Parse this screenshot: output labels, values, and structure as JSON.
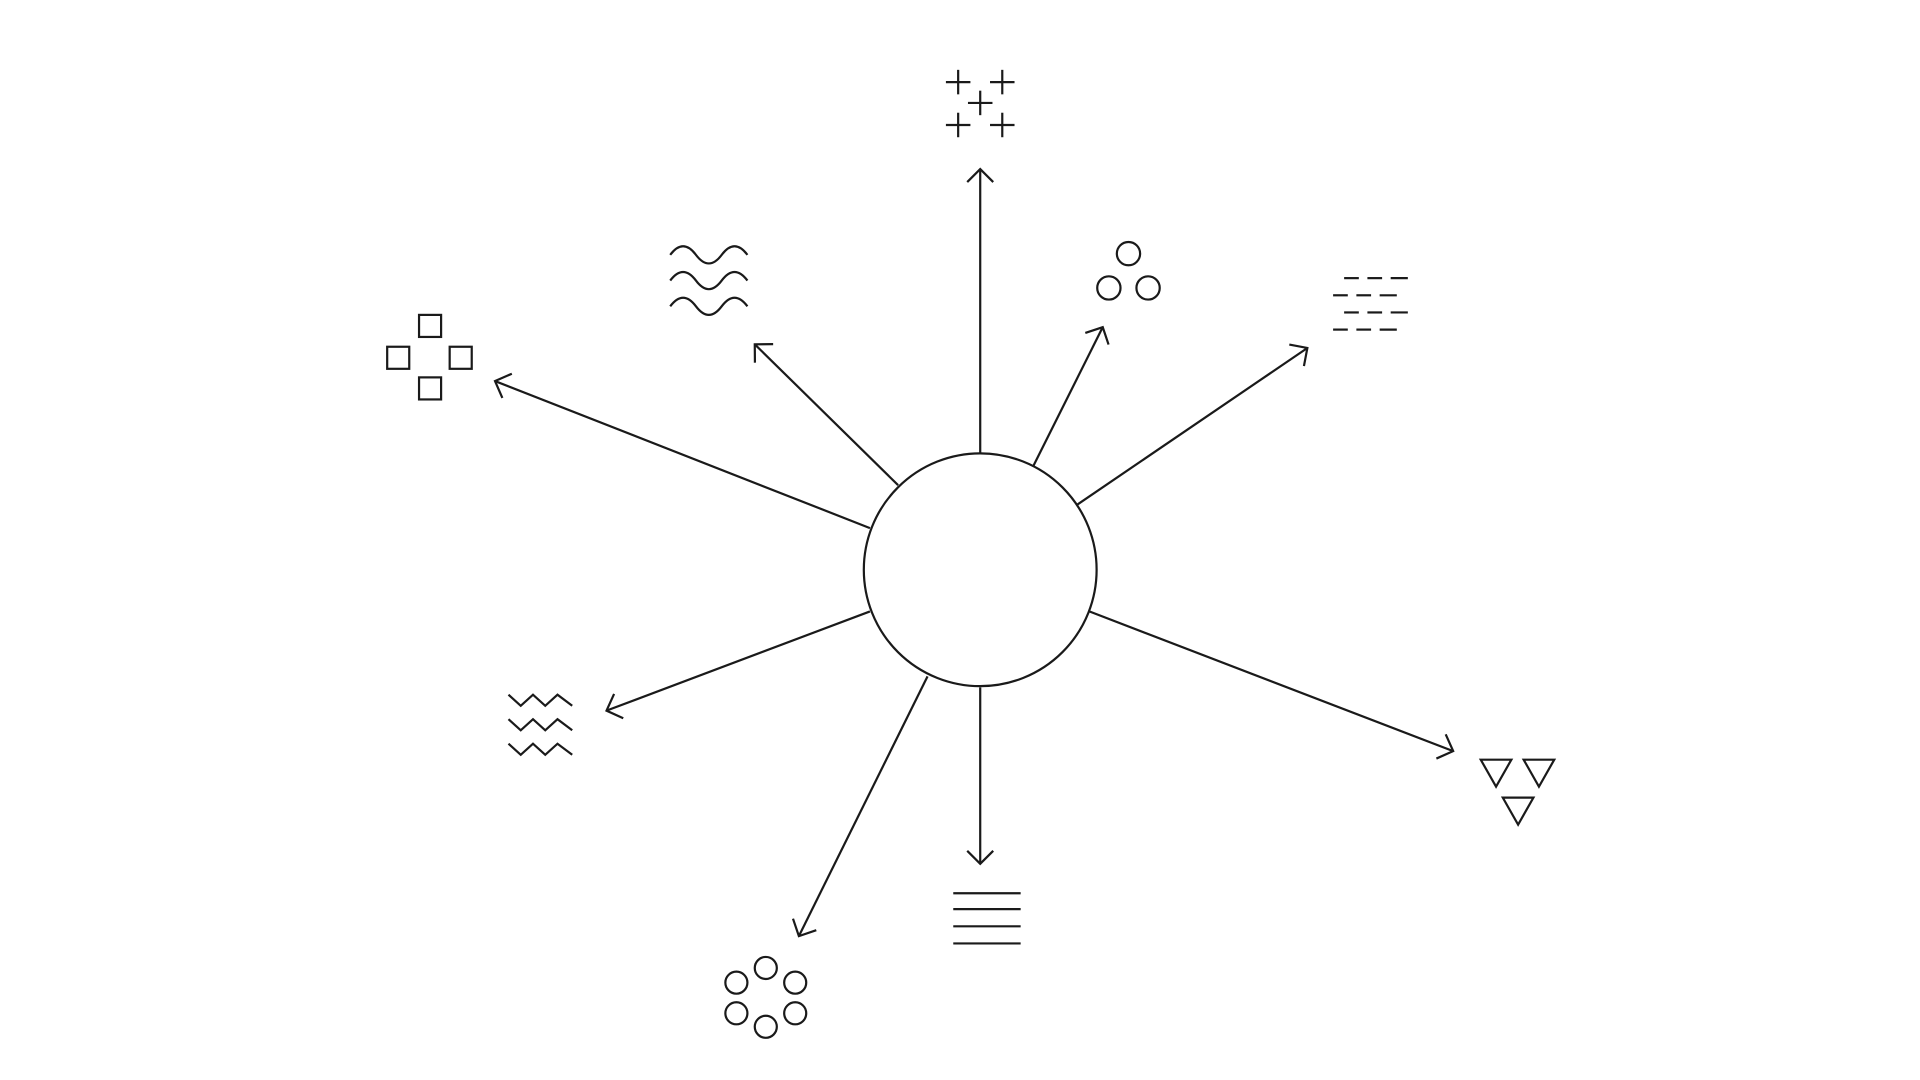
{
  "diagram": {
    "type": "radial-hub",
    "center": {
      "shape": "circle",
      "label": ""
    },
    "stroke_color": "#1a1a1a",
    "background_color": "#ffffff",
    "branches": [
      {
        "id": "top",
        "target_icon": "crosses-icon",
        "direction": "up"
      },
      {
        "id": "upper-right",
        "target_icon": "circles-trio-icon",
        "direction": "upper-right"
      },
      {
        "id": "right-upper",
        "target_icon": "dashed-lines-icon",
        "direction": "right-up"
      },
      {
        "id": "right-lower",
        "target_icon": "triangles-icon",
        "direction": "right-down"
      },
      {
        "id": "bottom",
        "target_icon": "solid-lines-icon",
        "direction": "down"
      },
      {
        "id": "lower-left",
        "target_icon": "circle-ring-icon",
        "direction": "lower-left"
      },
      {
        "id": "left-lower",
        "target_icon": "zigzag-lines-icon",
        "direction": "left-down"
      },
      {
        "id": "left-upper",
        "target_icon": "squares-icon",
        "direction": "left-up"
      },
      {
        "id": "upper-left",
        "target_icon": "wavy-lines-icon",
        "direction": "upper-left"
      }
    ]
  }
}
